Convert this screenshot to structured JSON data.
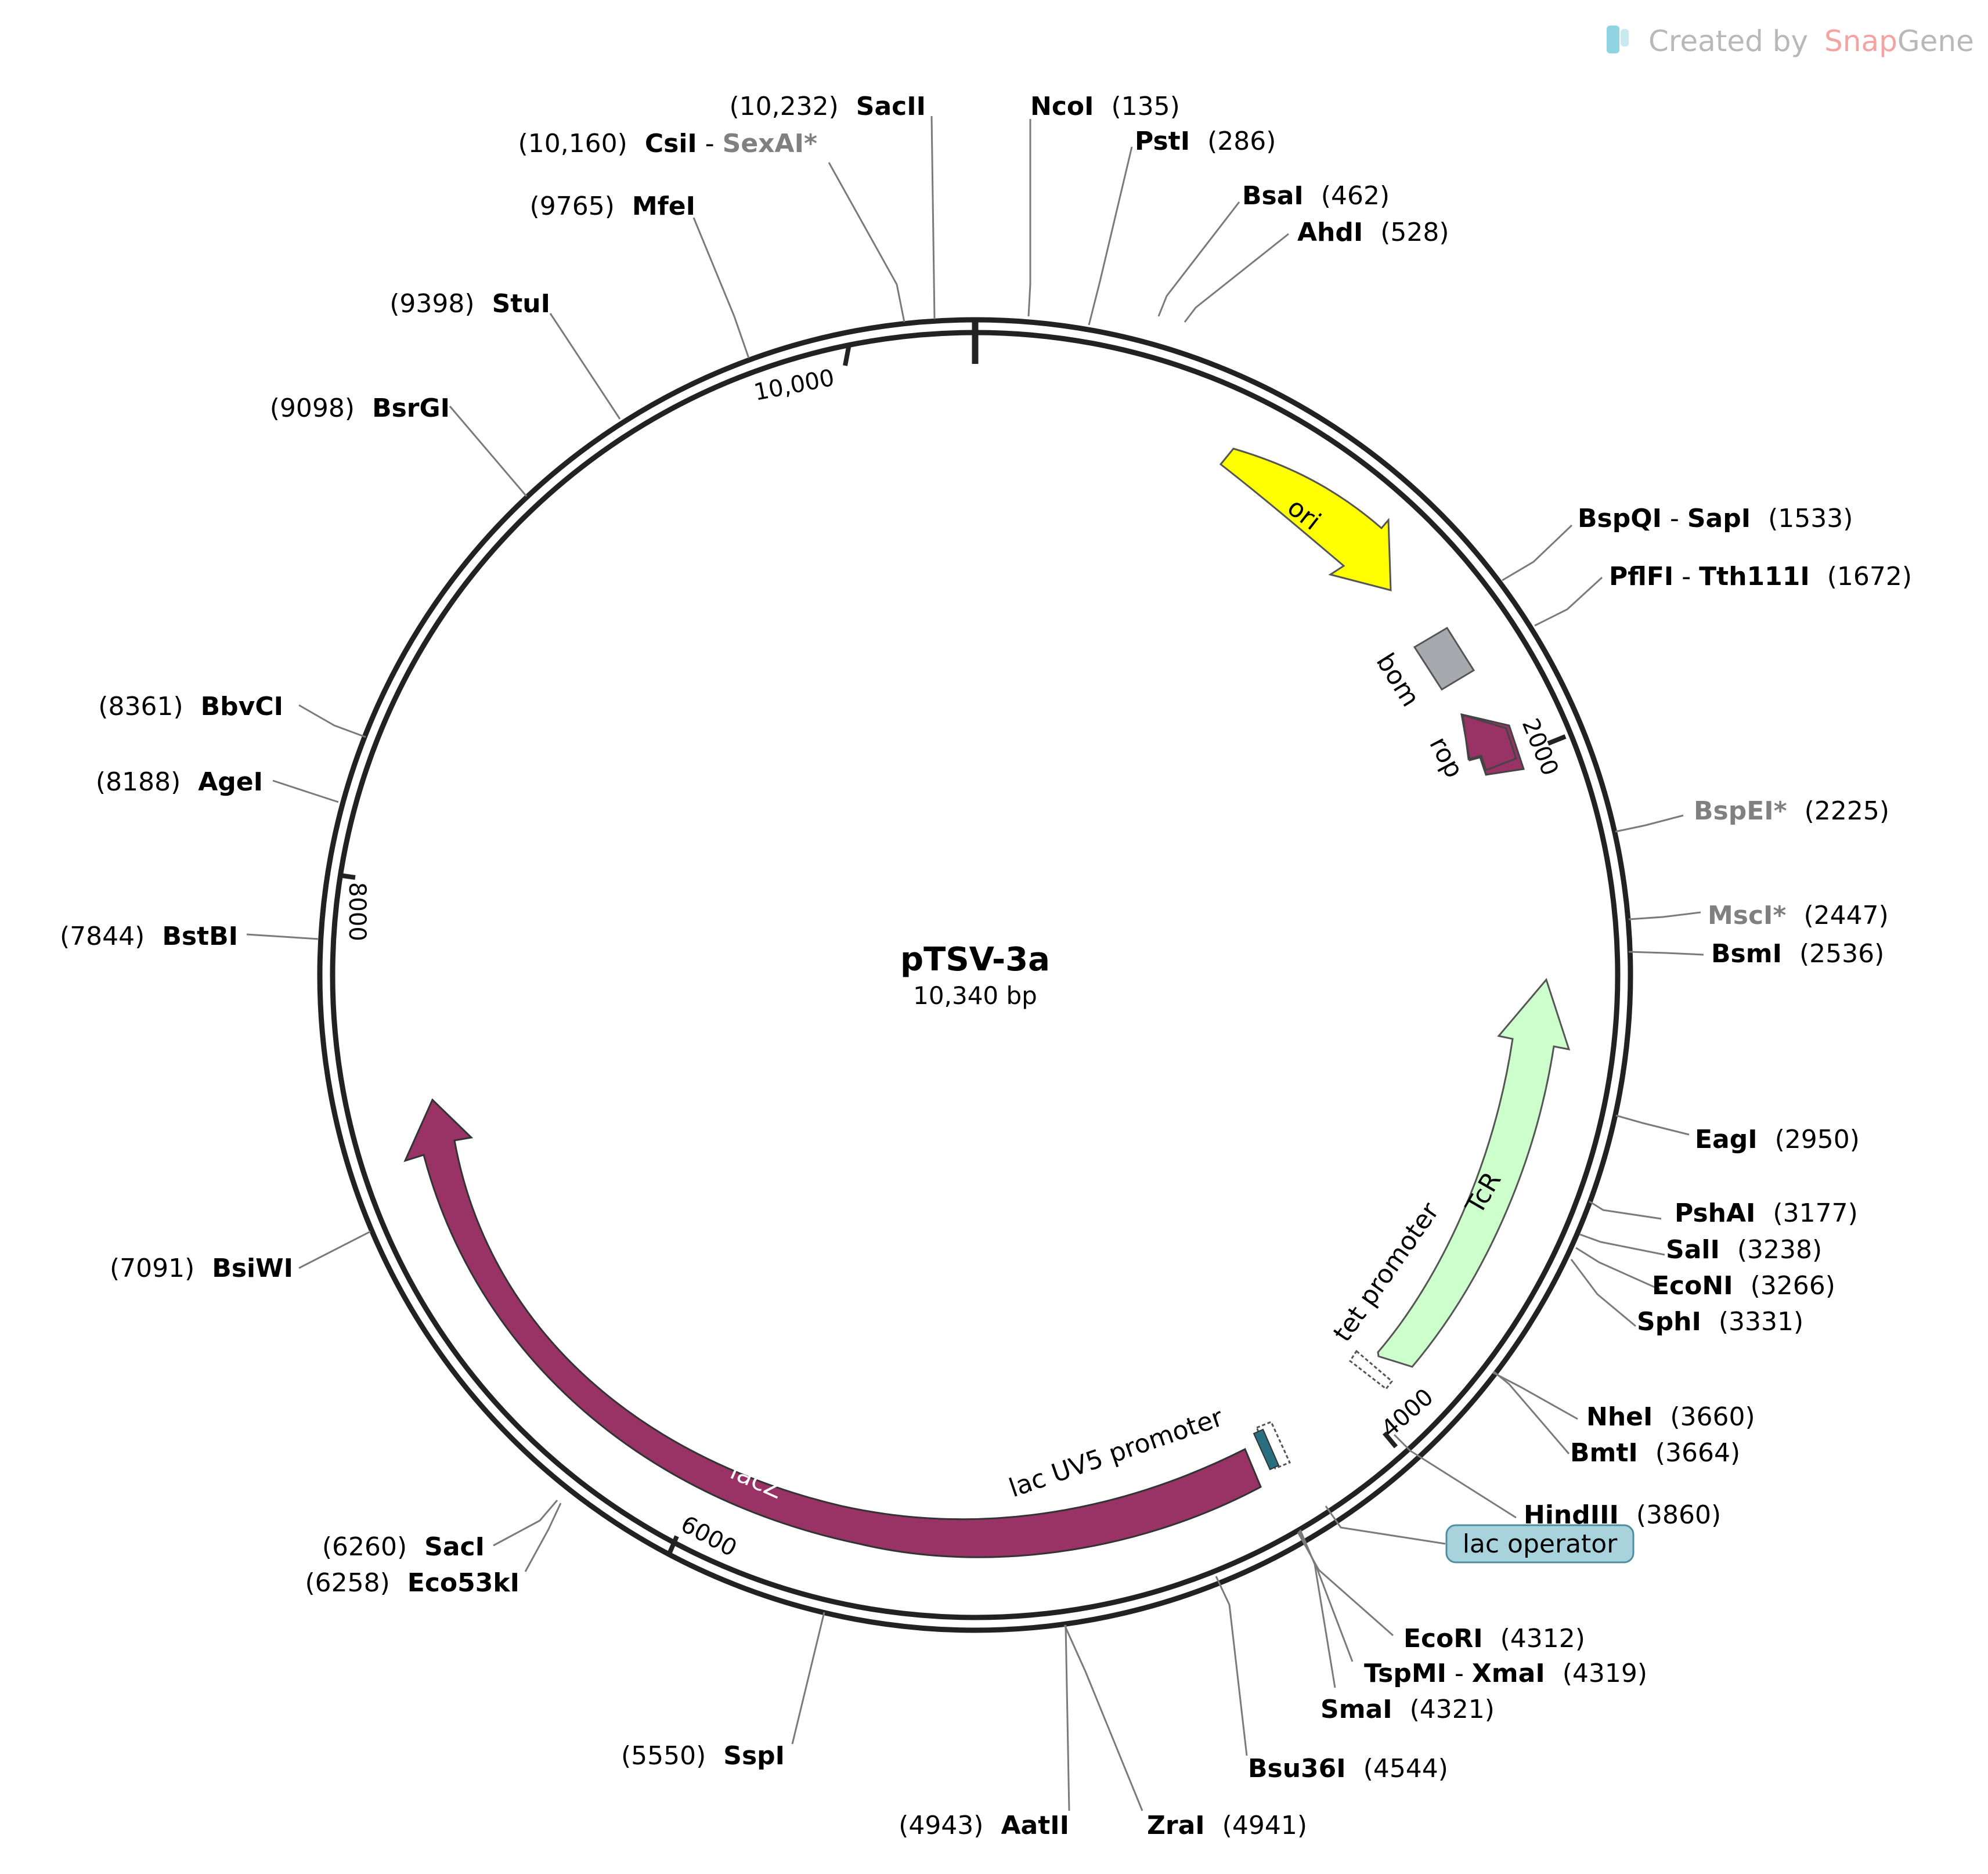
{
  "plasmid": {
    "name": "pTSV-3a",
    "length_label": "10,340 bp"
  },
  "branding": {
    "prefix": "Created by",
    "snap": "Snap",
    "gene": "Gene"
  },
  "ticks": [
    {
      "label": "2000"
    },
    {
      "label": "4000"
    },
    {
      "label": "6000"
    },
    {
      "label": "8000"
    },
    {
      "label": "10,000"
    }
  ],
  "features": [
    {
      "label": "ori",
      "color": "#ffff00"
    },
    {
      "label": "bom",
      "color": "#a6a9ad"
    },
    {
      "label": "rop",
      "color": "#993366"
    },
    {
      "label": "TcR",
      "color": "#ccffcc"
    },
    {
      "label": "tet promoter",
      "color": "#ffffff"
    },
    {
      "label": "lac UV5 promoter",
      "color": "#ffffff"
    },
    {
      "label": "lacZ",
      "color": "#993366"
    },
    {
      "label": "lac operator",
      "color": "#a9d3dc"
    }
  ],
  "sites": [
    {
      "name": "SacII",
      "pos": "(10,232)"
    },
    {
      "name": "CsiI",
      "sep": " - ",
      "name2": "SexAI*",
      "pos": "(10,160)"
    },
    {
      "name": "MfeI",
      "pos": "(9765)"
    },
    {
      "name": "StuI",
      "pos": "(9398)"
    },
    {
      "name": "BsrGI",
      "pos": "(9098)"
    },
    {
      "name": "BbvCI",
      "pos": "(8361)"
    },
    {
      "name": "AgeI",
      "pos": "(8188)"
    },
    {
      "name": "BstBI",
      "pos": "(7844)"
    },
    {
      "name": "BsiWI",
      "pos": "(7091)"
    },
    {
      "name": "SacI",
      "pos": "(6260)"
    },
    {
      "name": "Eco53kI",
      "pos": "(6258)"
    },
    {
      "name": "SspI",
      "pos": "(5550)"
    },
    {
      "name": "AatII",
      "pos": "(4943)"
    },
    {
      "name": "ZraI",
      "pos": "(4941)"
    },
    {
      "name": "Bsu36I",
      "pos": "(4544)"
    },
    {
      "name": "SmaI",
      "pos": "(4321)"
    },
    {
      "name": "TspMI",
      "sep": " - ",
      "name2": "XmaI",
      "pos": "(4319)"
    },
    {
      "name": "EcoRI",
      "pos": "(4312)"
    },
    {
      "name": "HindIII",
      "pos": "(3860)"
    },
    {
      "name": "BmtI",
      "pos": "(3664)"
    },
    {
      "name": "NheI",
      "pos": "(3660)"
    },
    {
      "name": "SphI",
      "pos": "(3331)"
    },
    {
      "name": "EcoNI",
      "pos": "(3266)"
    },
    {
      "name": "SalI",
      "pos": "(3238)"
    },
    {
      "name": "PshAI",
      "pos": "(3177)"
    },
    {
      "name": "EagI",
      "pos": "(2950)"
    },
    {
      "name": "BsmI",
      "pos": "(2536)"
    },
    {
      "name": "MscI*",
      "pos": "(2447)"
    },
    {
      "name": "BspEI*",
      "pos": "(2225)"
    },
    {
      "name": "PflFI",
      "sep": " - ",
      "name2": "Tth111I",
      "pos": "(1672)"
    },
    {
      "name": "BspQI",
      "sep": " - ",
      "name2": "SapI",
      "pos": "(1533)"
    },
    {
      "name": "AhdI",
      "pos": "(528)"
    },
    {
      "name": "BsaI",
      "pos": "(462)"
    },
    {
      "name": "PstI",
      "pos": "(286)"
    },
    {
      "name": "NcoI",
      "pos": "(135)"
    }
  ]
}
